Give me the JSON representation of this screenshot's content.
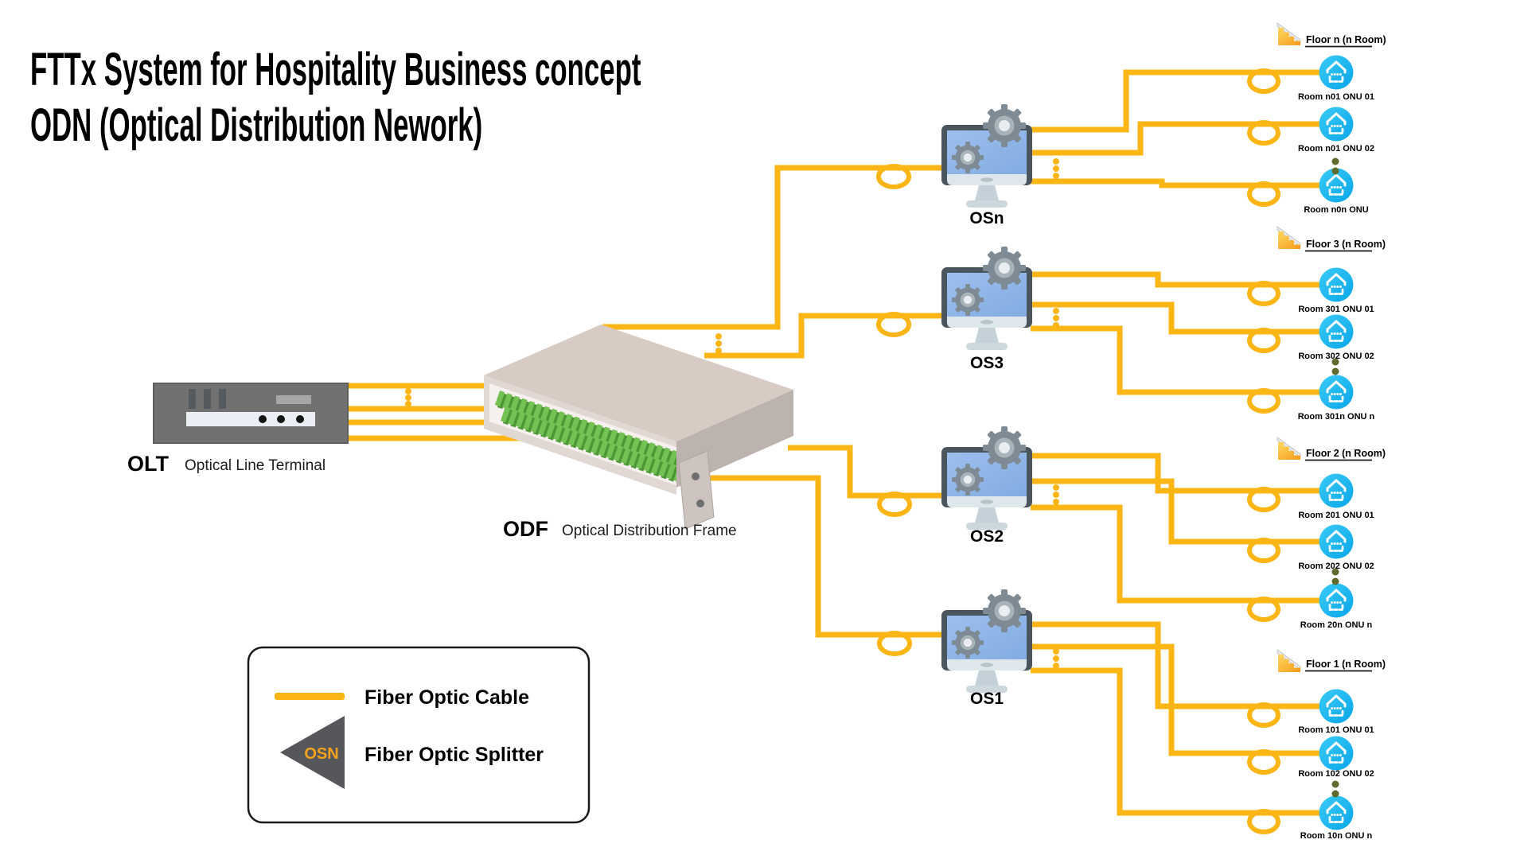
{
  "title": {
    "line1": "FTTx System for Hospitality Business concept",
    "line2": "ODN (Optical Distribution Nework)"
  },
  "olt": {
    "abbr": "OLT",
    "name": "Optical Line Terminal"
  },
  "odf": {
    "abbr": "ODF",
    "name": "Optical Distribution Frame"
  },
  "splitters": [
    {
      "label": "OSn"
    },
    {
      "label": "OS3"
    },
    {
      "label": "OS2"
    },
    {
      "label": "OS1"
    }
  ],
  "floors": [
    {
      "label": "Floor n (n Room)",
      "rooms": [
        "Room n01 ONU 01",
        "Room n01 ONU 02",
        "Room n0n ONU"
      ]
    },
    {
      "label": "Floor 3 (n Room)",
      "rooms": [
        "Room 301 ONU 01",
        "Room 302 ONU 02",
        "Room 301n ONU n"
      ]
    },
    {
      "label": "Floor 2 (n Room)",
      "rooms": [
        "Room 201 ONU 01",
        "Room 202 ONU 02",
        "Room 20n ONU n"
      ]
    },
    {
      "label": "Floor 1 (n Room)",
      "rooms": [
        "Room 101 ONU 01",
        "Room 102 ONU 02",
        "Room 10n ONU n"
      ]
    }
  ],
  "legend": {
    "cable_label": "Fiber Optic Cable",
    "splitter_abbr": "OSN",
    "splitter_label": "Fiber Optic Splitter"
  },
  "icons": {
    "floor": "stairs-icon",
    "room": "smart-home-onu-icon",
    "splitter": "gear-monitor-icon"
  },
  "colors": {
    "fiber_cable": "#FBB615",
    "splitter_body": "#55575B",
    "splitter_text": "#F5A31A",
    "onu_blue": "#1FBCF0",
    "monitor_screen": "#8FB7E8",
    "odf_beige": "#D8CBC4",
    "olt_gray": "#717171"
  }
}
